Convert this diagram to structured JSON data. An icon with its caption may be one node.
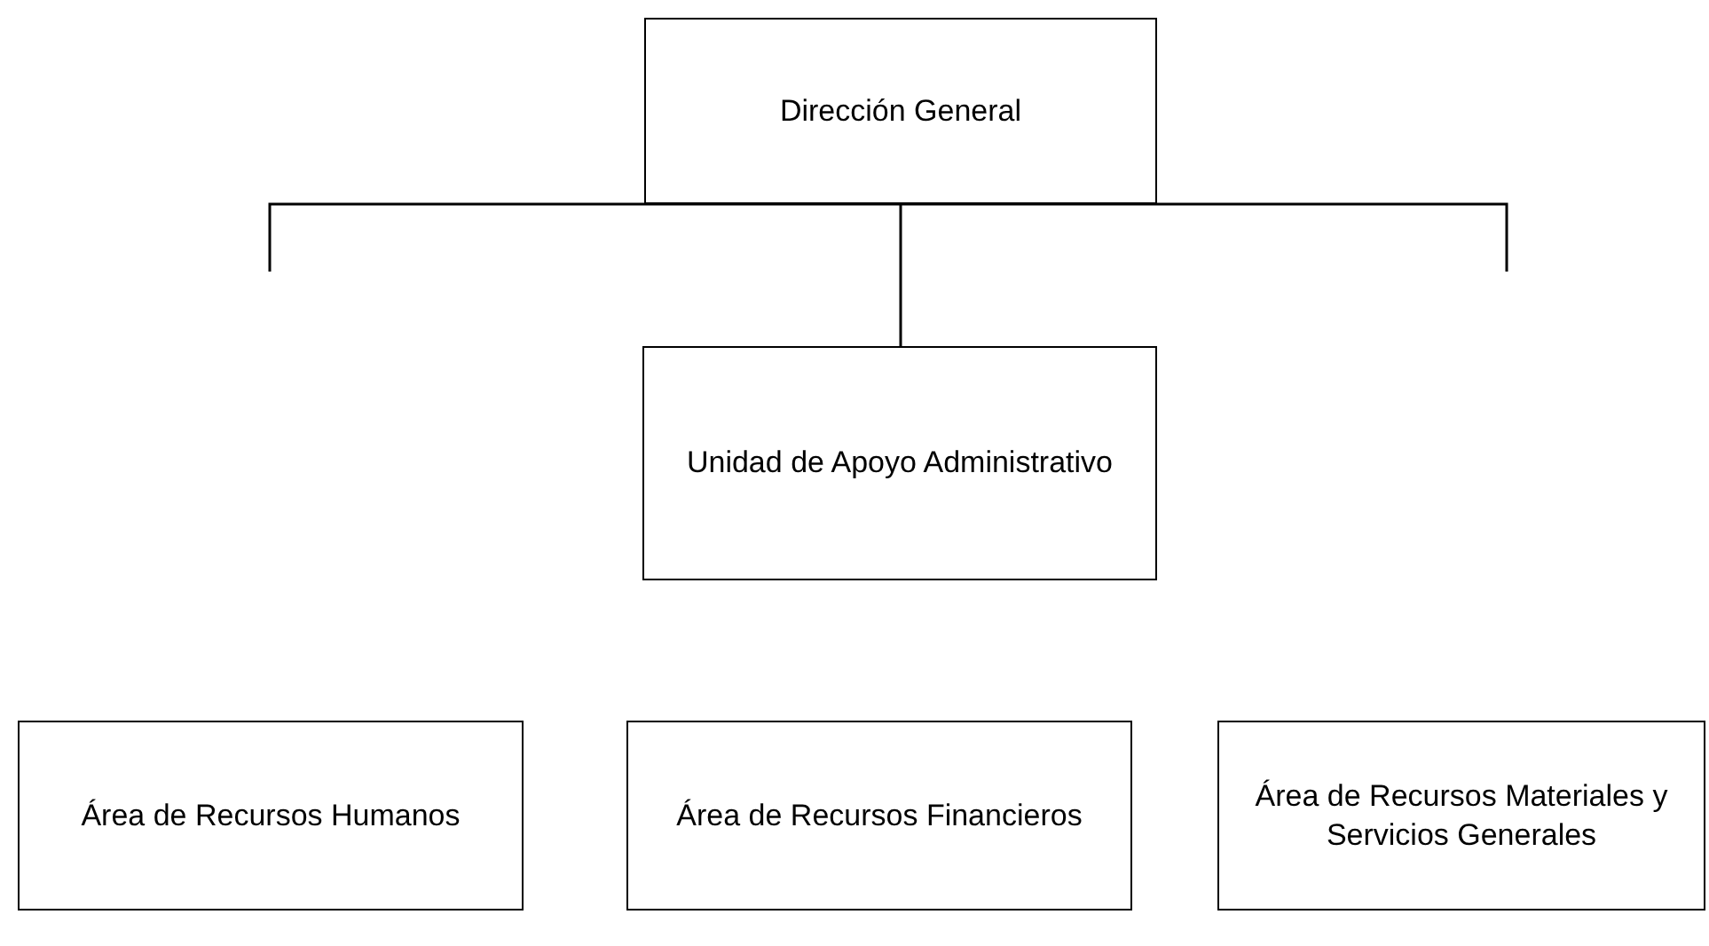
{
  "diagram": {
    "nodes": [
      {
        "text": [
          "Dirección General"
        ]
      },
      {
        "text": [
          "Unidad de Apoyo Administrativo"
        ]
      },
      {
        "text": [
          "Área de Recursos Humanos"
        ]
      },
      {
        "text": [
          "Área de Recursos Financieros"
        ]
      },
      {
        "text": [
          "Área de Recursos Materiales y Servicios Generales"
        ]
      }
    ],
    "edges": [
      {
        "from": 0,
        "to": 1,
        "arrow": "none"
      },
      {
        "from": 0,
        "to": null,
        "arrow": "none"
      },
      {
        "from": 0,
        "to": null,
        "arrow": "none"
      }
    ]
  }
}
